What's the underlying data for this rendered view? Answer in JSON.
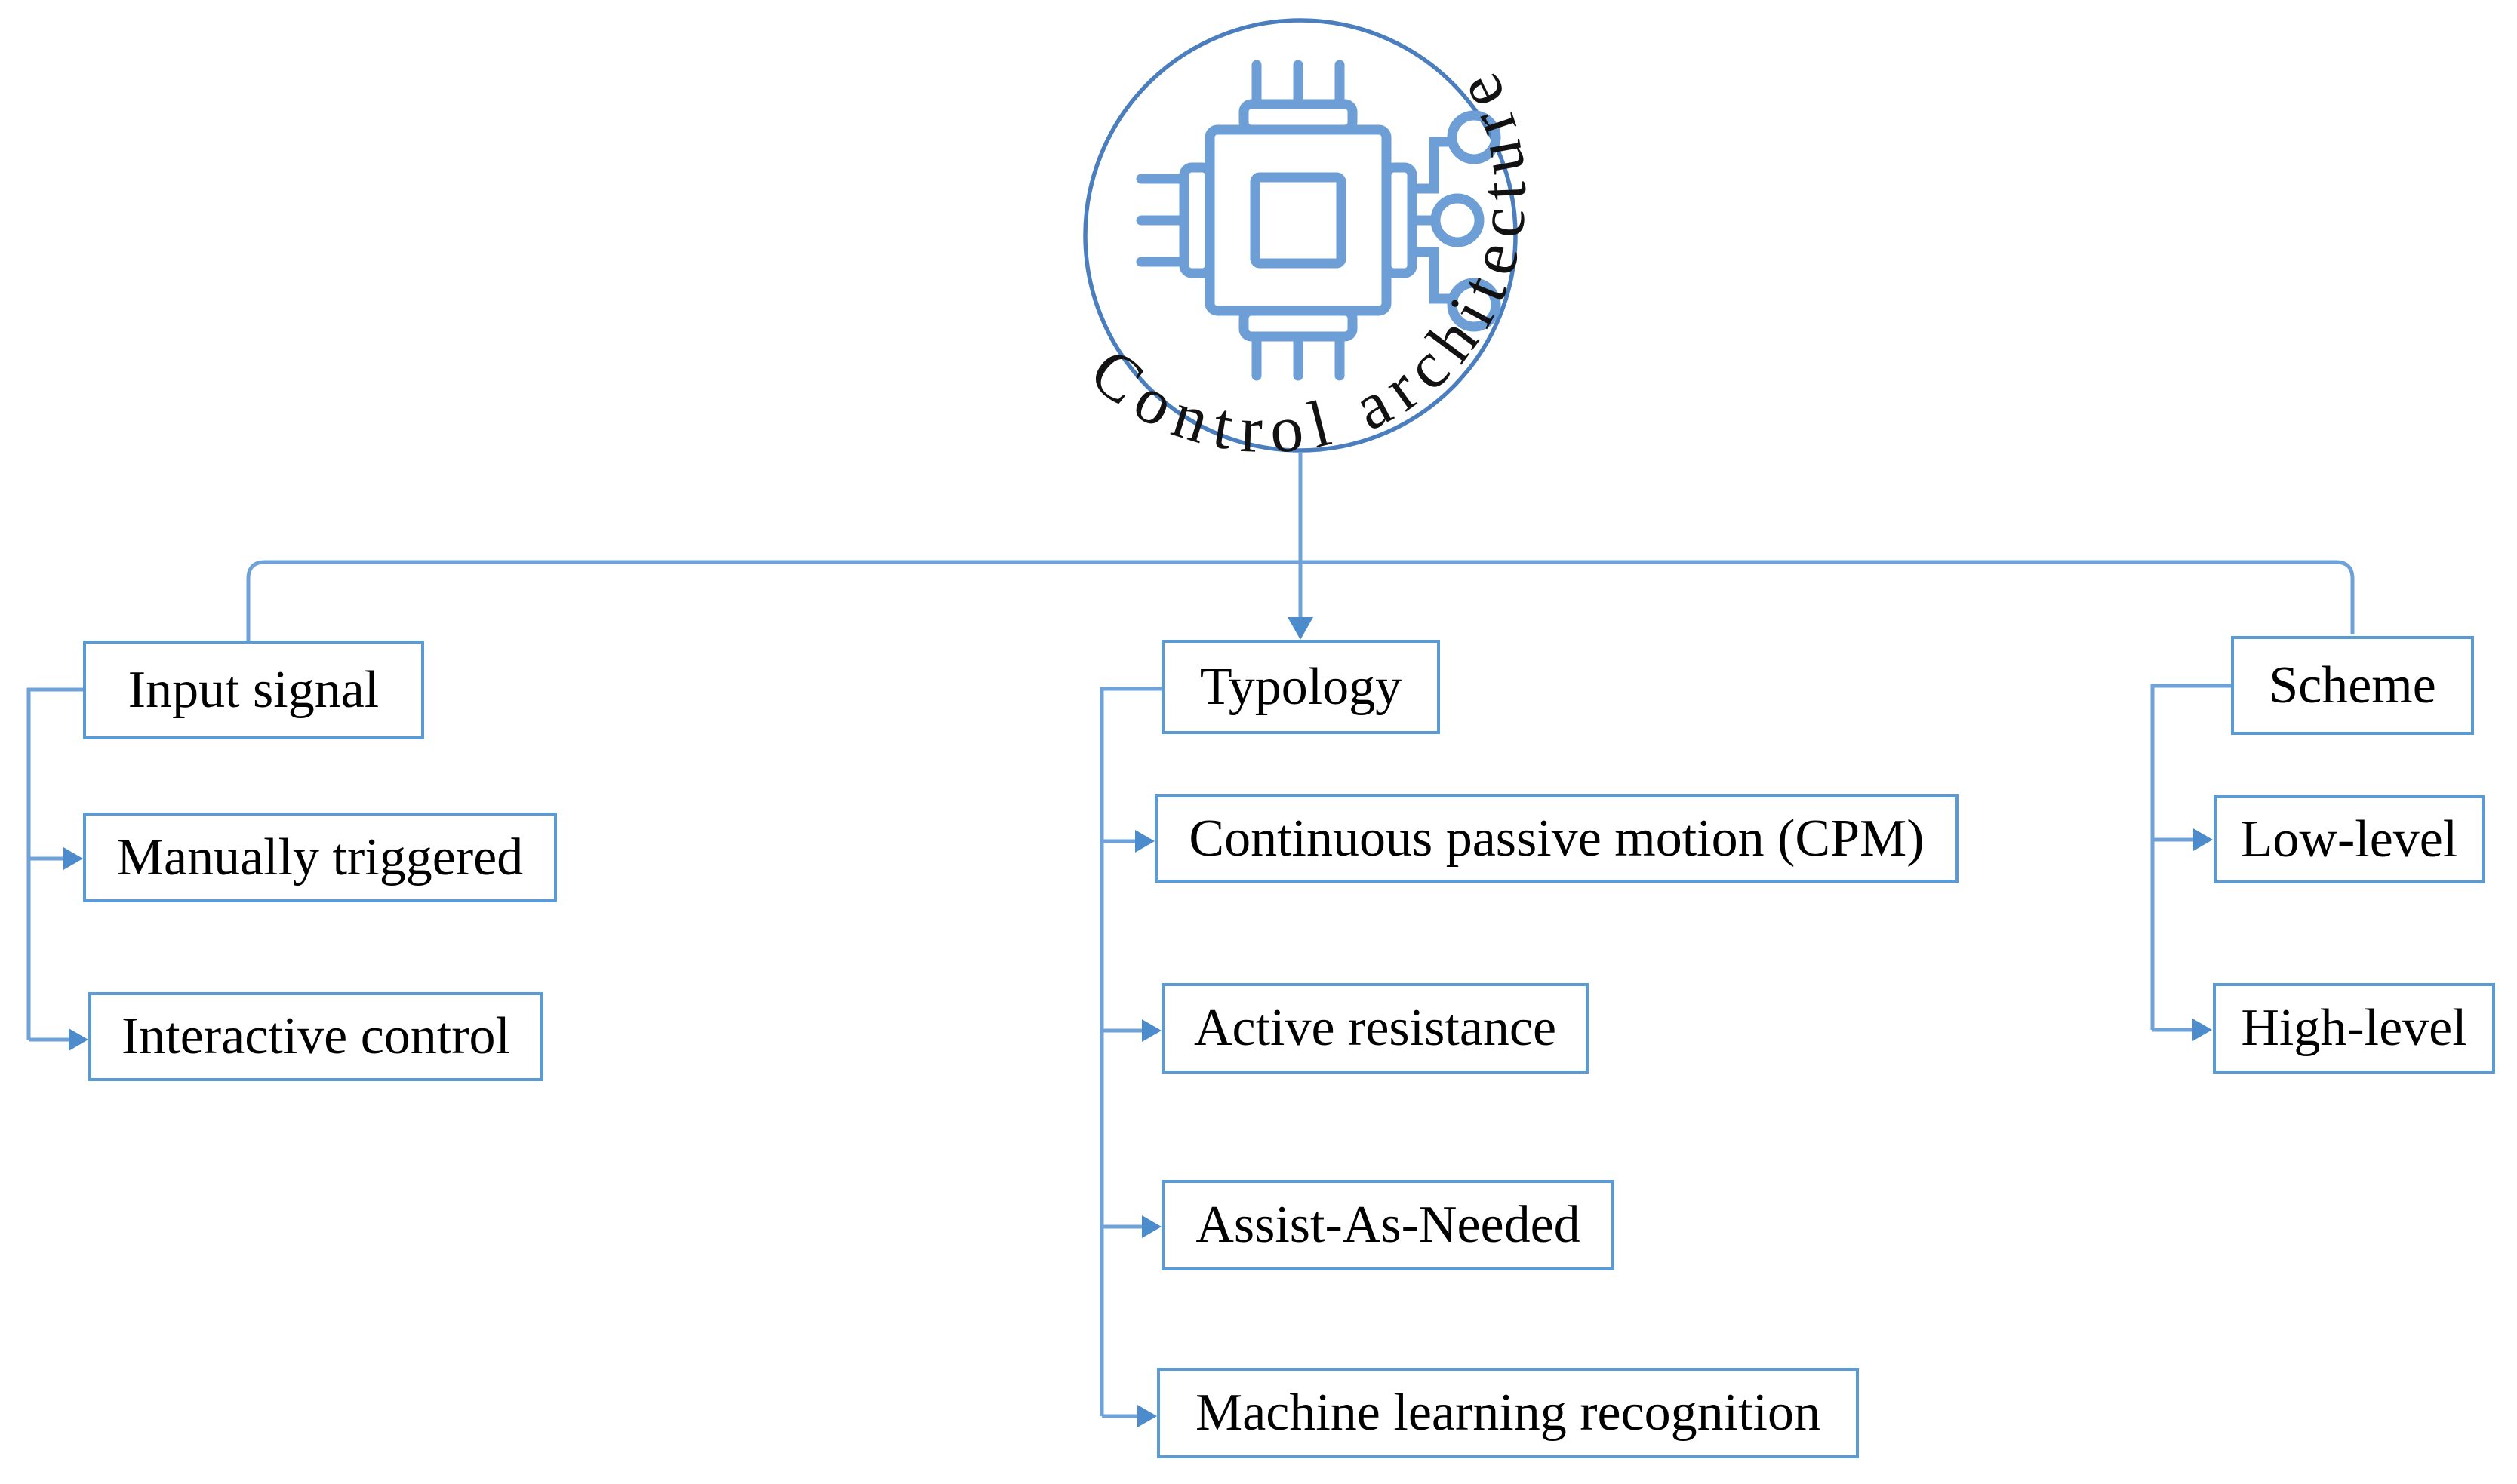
{
  "root": {
    "label": "Control architecture",
    "icon": "chip-icon"
  },
  "branches": [
    {
      "label": "Input signal",
      "children": [
        {
          "label": "Manually triggered"
        },
        {
          "label": "Interactive control"
        }
      ]
    },
    {
      "label": "Typology",
      "children": [
        {
          "label": "Continuous passive motion (CPM)"
        },
        {
          "label": "Active resistance"
        },
        {
          "label": "Assist-As-Needed"
        },
        {
          "label": "Machine learning recognition"
        }
      ]
    },
    {
      "label": "Scheme",
      "children": [
        {
          "label": "Low-level"
        },
        {
          "label": "High-level"
        }
      ]
    }
  ],
  "colors": {
    "box_border": "#5b9bd5",
    "connector": "#6fa2d8",
    "arrowhead": "#4c8ccd",
    "circle_outline": "#4a7ebf",
    "chip_icon": "#6d9ed6",
    "text": "#000000"
  }
}
